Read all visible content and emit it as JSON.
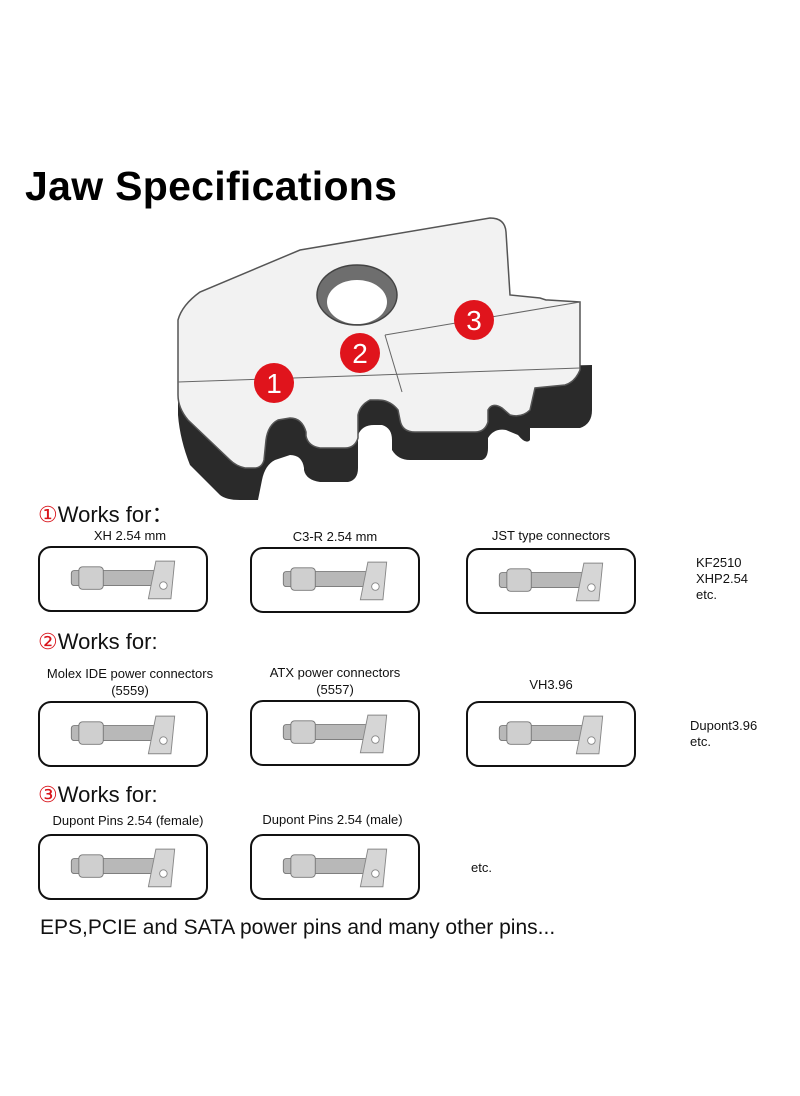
{
  "title": "Jaw Specifications",
  "jaw": {
    "markers": [
      "1",
      "2",
      "3"
    ],
    "marker_color": "#e0141c"
  },
  "sections": [
    {
      "num": "①",
      "label": "Works for：",
      "items": [
        {
          "caption": "XH 2.54 mm",
          "icon": "terminal-pin-icon"
        },
        {
          "caption": "C3-R 2.54 mm",
          "icon": "terminal-pin-icon"
        },
        {
          "caption": "JST type connectors",
          "icon": "terminal-pin-icon"
        }
      ],
      "extra": [
        "KF2510",
        "XHP2.54",
        "etc."
      ]
    },
    {
      "num": "②",
      "label": "Works for:",
      "items": [
        {
          "caption": "Molex IDE power connectors",
          "caption2": "(5559)",
          "icon": "terminal-pin-icon"
        },
        {
          "caption": "ATX power connectors",
          "caption2": "(5557)",
          "icon": "terminal-pin-icon"
        },
        {
          "caption": "VH3.96",
          "icon": "terminal-pin-icon"
        }
      ],
      "extra": [
        "Dupont3.96",
        "etc."
      ]
    },
    {
      "num": "③",
      "label": "Works for:",
      "items": [
        {
          "caption": "Dupont Pins 2.54 (female)",
          "icon": "terminal-pin-icon"
        },
        {
          "caption": "Dupont Pins 2.54 (male)",
          "icon": "terminal-pin-icon"
        }
      ],
      "extra": [
        "etc."
      ]
    }
  ],
  "footer": "EPS,PCIE and SATA power pins and many other pins..."
}
